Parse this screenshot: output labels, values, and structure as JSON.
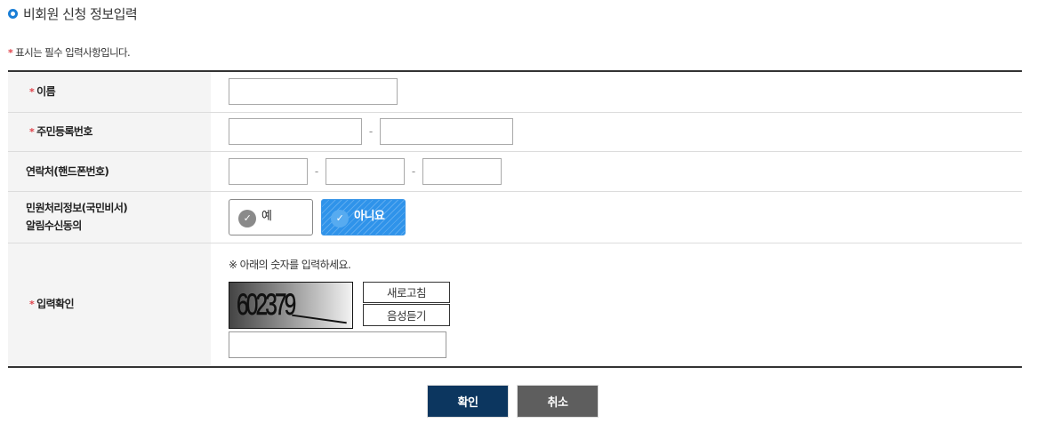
{
  "header": {
    "title": "비회원 신청 정보입력",
    "title_icon": "ring-bullet-icon",
    "accent_color": "#1a7ed6"
  },
  "notice": {
    "star": "*",
    "text": "표시는 필수 입력사항입니다.",
    "star_color": "#e0434b"
  },
  "form": {
    "name": {
      "label": "이름",
      "required": true,
      "value": ""
    },
    "rrn": {
      "label": "주민등록번호",
      "required": true,
      "part1": "",
      "part2": "",
      "separator": "-"
    },
    "phone": {
      "label": "연락처(핸드폰번호)",
      "required": false,
      "part1": "",
      "part2": "",
      "part3": "",
      "separator": "-"
    },
    "consent": {
      "label_line1": "민원처리정보(국민비서)",
      "label_line2": "알림수신동의",
      "options": [
        {
          "label": "예",
          "selected": false
        },
        {
          "label": "아니요",
          "selected": true
        }
      ],
      "check_glyph": "✓",
      "selected_color": "#2f93ea"
    },
    "captcha": {
      "label": "입력확인",
      "required": true,
      "note": "※ 아래의 숫자를 입력하세요.",
      "code": "602379",
      "refresh_label": "새로고침",
      "audio_label": "음성듣기",
      "value": ""
    }
  },
  "actions": {
    "confirm_label": "확인",
    "cancel_label": "취소",
    "confirm_color": "#0c365f",
    "cancel_color": "#5e5e5e"
  }
}
